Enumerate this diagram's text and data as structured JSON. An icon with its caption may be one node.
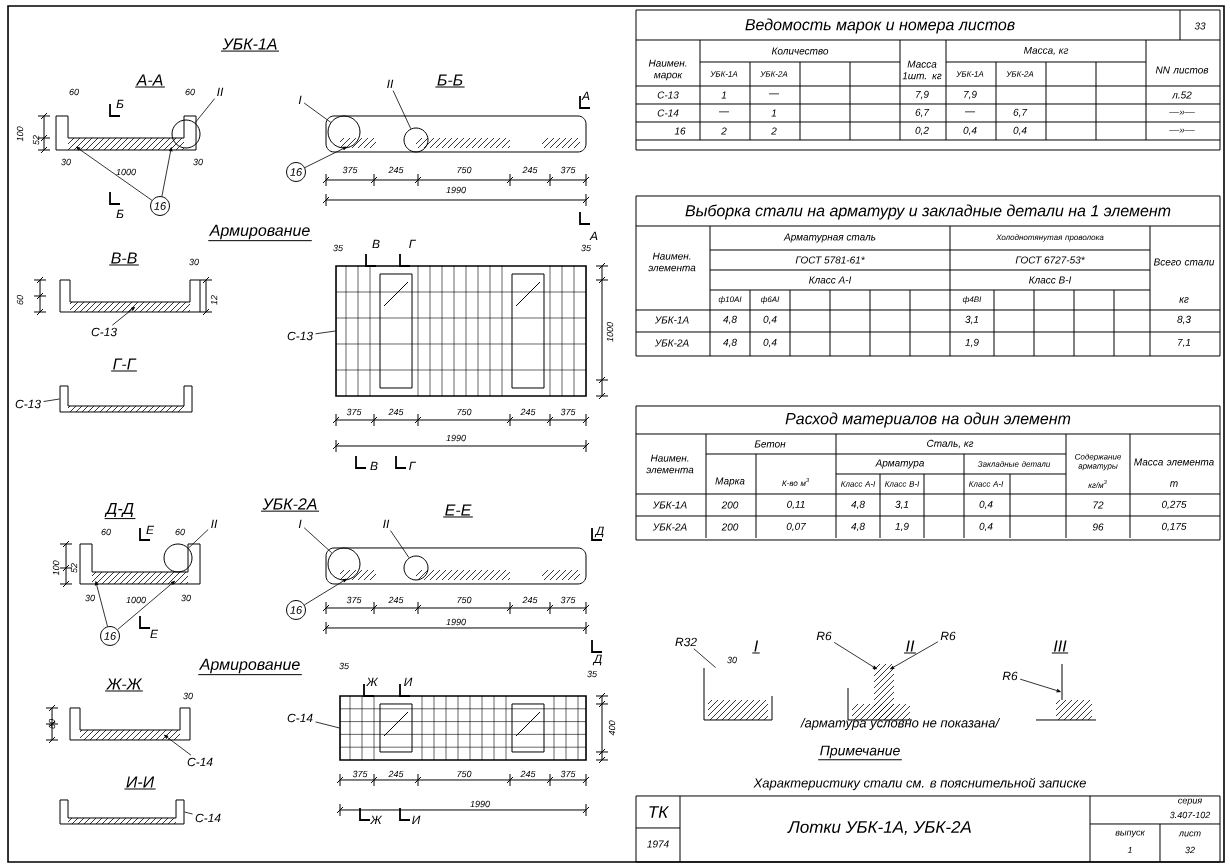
{
  "diagram": {
    "nodes": [
      {
        "text": [],
        "shape": "picture"
      },
      {
        "text": [],
        "shape": "circle",
        "in": 0
      },
      {
        "text": [
          "II"
        ]
      },
      {
        "text": [
          "16"
        ]
      },
      {
        "text": [],
        "shape": "picture"
      },
      {
        "text": [],
        "shape": "circle",
        "in": 4
      },
      {
        "text": [],
        "shape": "circle",
        "in": 4
      },
      {
        "text": [
          "I"
        ]
      },
      {
        "text": [
          "II"
        ]
      },
      {
        "text": [
          "16"
        ]
      },
      {
        "text": [],
        "shape": "picture"
      },
      {
        "text": [
          "С-13"
        ]
      },
      {
        "text": [],
        "shape": "picture"
      },
      {
        "text": [
          "С-13"
        ]
      },
      {
        "text": [],
        "shape": "picture"
      },
      {
        "text": [
          "С-13"
        ]
      },
      {
        "text": [],
        "shape": "picture"
      },
      {
        "text": [],
        "shape": "circle",
        "in": 16
      },
      {
        "text": [
          "II"
        ]
      },
      {
        "text": [
          "16"
        ]
      },
      {
        "text": [],
        "shape": "picture"
      },
      {
        "text": [],
        "shape": "circle",
        "in": 20
      },
      {
        "text": [],
        "shape": "circle",
        "in": 20
      },
      {
        "text": [
          "I"
        ]
      },
      {
        "text": [
          "II"
        ]
      },
      {
        "text": [
          "16"
        ]
      },
      {
        "text": [],
        "shape": "picture"
      },
      {
        "text": [
          "С-14"
        ]
      },
      {
        "text": [],
        "shape": "picture"
      },
      {
        "text": [
          "С-14"
        ]
      },
      {
        "text": [],
        "shape": "picture"
      },
      {
        "text": [
          "С-14"
        ]
      },
      {
        "text": [],
        "shape": "picture"
      },
      {
        "text": [],
        "shape": "picture"
      },
      {
        "text": [],
        "shape": "picture"
      },
      {
        "text": [
          "R32"
        ]
      },
      {
        "text": [
          "R6"
        ]
      },
      {
        "text": [
          "R6"
        ]
      },
      {
        "text": [
          "R6"
        ]
      }
    ],
    "edges": [
      {
        "from": 2,
        "to": 1,
        "arrow": "none"
      },
      {
        "from": 3,
        "to": 0,
        "arrow": "to"
      },
      {
        "from": 3,
        "to": 0,
        "arrow": "to"
      },
      {
        "from": 7,
        "to": 5,
        "arrow": "none"
      },
      {
        "from": 8,
        "to": 6,
        "arrow": "none"
      },
      {
        "from": 9,
        "to": 4,
        "arrow": "to"
      },
      {
        "from": 11,
        "to": 10,
        "arrow": "to"
      },
      {
        "from": 13,
        "to": 12,
        "arrow": "none"
      },
      {
        "from": 15,
        "to": 14,
        "arrow": "none"
      },
      {
        "from": 18,
        "to": 17,
        "arrow": "none"
      },
      {
        "from": 19,
        "to": 16,
        "arrow": "to"
      },
      {
        "from": 19,
        "to": 16,
        "arrow": "to"
      },
      {
        "from": 23,
        "to": 21,
        "arrow": "none"
      },
      {
        "from": 24,
        "to": 22,
        "arrow": "none"
      },
      {
        "from": 25,
        "to": 20,
        "arrow": "to"
      },
      {
        "from": 27,
        "to": 26,
        "arrow": "to"
      },
      {
        "from": 29,
        "to": 28,
        "arrow": "none"
      },
      {
        "from": 31,
        "to": 30,
        "arrow": "none"
      },
      {
        "from": 35,
        "to": 32,
        "arrow": "none"
      },
      {
        "from": 36,
        "to": 33,
        "arrow": "to"
      },
      {
        "from": 37,
        "to": 33,
        "arrow": "to"
      },
      {
        "from": 38,
        "to": 34,
        "arrow": "to"
      }
    ],
    "labels": [
      "УБК-1А",
      "А-А",
      "Б-Б",
      "60",
      "60",
      "Б",
      "100",
      "52",
      "30",
      "30",
      "1000",
      "Б",
      "А",
      "375",
      "245",
      "750",
      "245",
      "375",
      "1990",
      "А",
      "Армирование",
      "В-В",
      "30",
      "60",
      "12",
      "Г-Г",
      "35",
      "В",
      "Г",
      "35",
      "1000",
      "375",
      "245",
      "750",
      "245",
      "375",
      "1990",
      "В",
      "Г",
      "Д-Д",
      "УБК-2А",
      "Е-Е",
      "60",
      "Е",
      "60",
      "100",
      "52",
      "30",
      "1000",
      "30",
      "Е",
      "Д",
      "375",
      "245",
      "750",
      "245",
      "375",
      "1990",
      "Д",
      "Армирование",
      "Ж-Ж",
      "30",
      "60",
      "И-И",
      "35",
      "Ж",
      "И",
      "35",
      "400",
      "375",
      "245",
      "750",
      "245",
      "375",
      "Ж",
      "И",
      "1990",
      "Ведомость марок и номера листов",
      "33",
      "Количество",
      "Масса, кг",
      "Наимен. марок",
      "УБК-1А",
      "УБК-2А",
      "Масса 1шт. кг",
      "УБК-1А",
      "УБК-2А",
      "NN листов",
      "С-13",
      "1",
      "—",
      "7,9",
      "7,9",
      "л.52",
      "С-14",
      "—",
      "1",
      "6,7",
      "—",
      "6,7",
      "—»—",
      "16",
      "2",
      "2",
      "0,2",
      "0,4",
      "0,4",
      "—»—",
      "Выборка стали на арматуру и закладные детали на 1 элемент",
      "Арматурная сталь",
      "Холоднотянутая проволока",
      "Наимен. элемента",
      "ГОСТ 5781-61*",
      "ГОСТ 6727-53*",
      "Всего стали",
      "Класс А-I",
      "Класс В-I",
      "ф10АI",
      "ф6АI",
      "ф4ВI",
      "кг",
      "УБК-1А",
      "4,8",
      "0,4",
      "3,1",
      "8,3",
      "УБК-2А",
      "4,8",
      "0,4",
      "1,9",
      "7,1",
      "Расход материалов на один элемент",
      "Бетон",
      "Сталь, кг",
      "Наимен. элемента",
      "Арматура",
      "Закладные детали",
      "Содержание арматуры",
      "Масса элемента",
      "Марка",
      "К-во м$^{3}$",
      "Класс А-I",
      "Класс В-I",
      "Класс А-I",
      "кг/м$^{3}$",
      "т",
      "УБК-1А",
      "200",
      "0,11",
      "4,8",
      "3,1",
      "0,4",
      "72",
      "0,275",
      "УБК-2А",
      "200",
      "0,07",
      "4,8",
      "1,9",
      "0,4",
      "96",
      "0,175",
      "I",
      "II",
      "III",
      "30",
      "/арматура условно не показана/",
      "Примечание",
      "Характеристику стали см. в пояснительной записке",
      "ТК",
      "1974",
      "Лотки УБК-1А, УБК-2А",
      "серия",
      "3.407-102",
      "выпуск",
      "лист",
      "1",
      "32"
    ]
  }
}
